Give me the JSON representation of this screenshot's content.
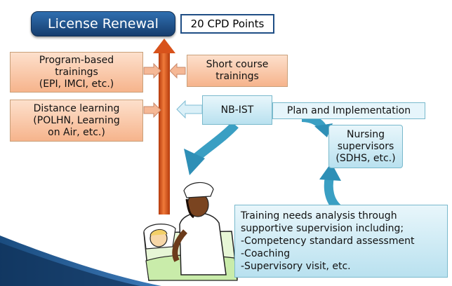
{
  "title": "License Renewal",
  "points": "20 CPD Points",
  "program_based": [
    "Program-based",
    "trainings",
    "(EPI, IMCI, etc.)"
  ],
  "distance_learning": [
    "Distance learning",
    "(POLHN, Learning",
    "on Air, etc.)"
  ],
  "short_course": [
    "Short course",
    "trainings"
  ],
  "nb_ist": "NB-IST",
  "plan": "Plan and Implementation",
  "supervisors": [
    "Nursing",
    "supervisors",
    "(SDHS, etc.)"
  ],
  "training_needs": [
    "Training needs analysis through",
    "supportive supervision including;",
    "-Competency standard assessment",
    "-Coaching",
    "-Supervisory visit, etc."
  ],
  "colors": {
    "title_bg": "#1f5590",
    "orange_box": "#f8c3a0",
    "blue_box": "#cfeaf5",
    "arrow_orange": "#e0561a",
    "arrow_blue": "#3a9fc3"
  },
  "illustration": "nurse-with-child-in-bed-clipart"
}
